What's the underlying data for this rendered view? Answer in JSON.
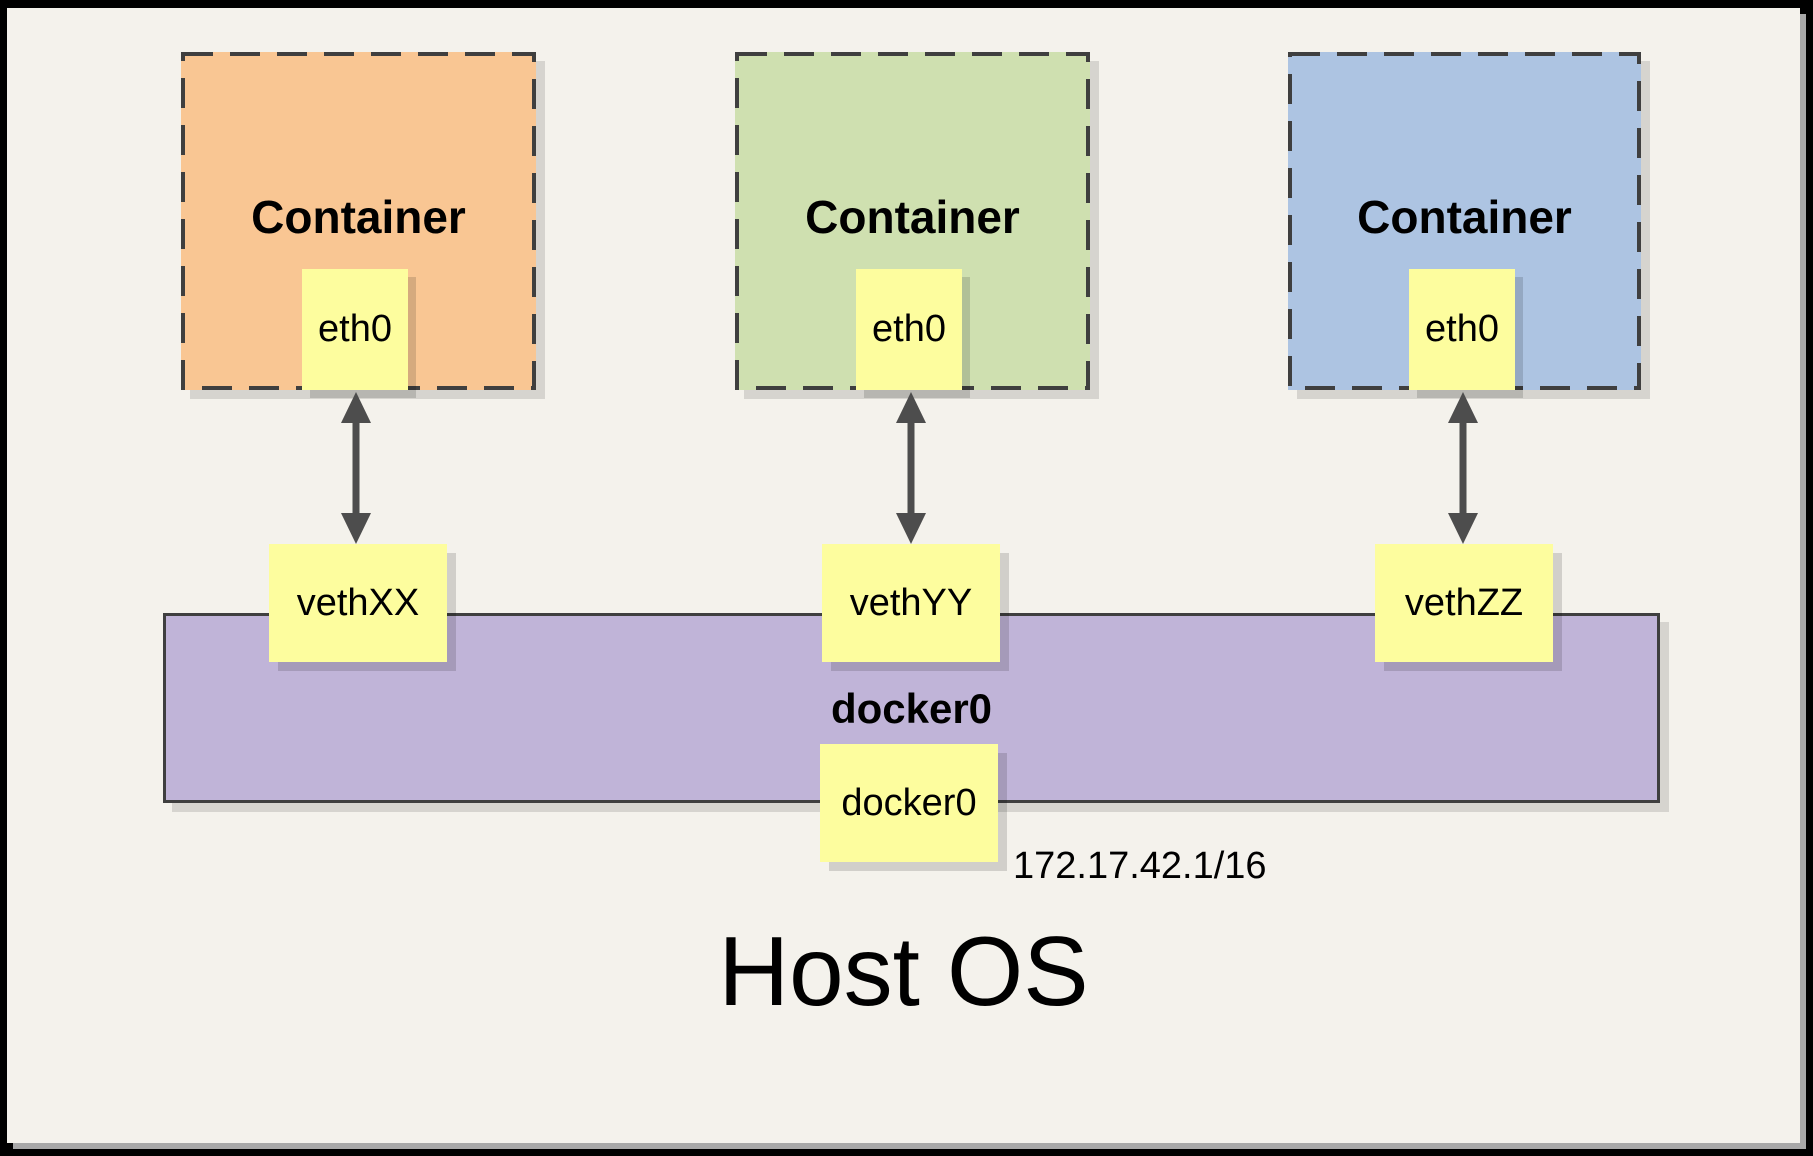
{
  "diagram": {
    "host": {
      "label": "Host OS"
    },
    "bridge": {
      "label": "docker0",
      "interface_label": "docker0",
      "ip": "172.17.42.1/16",
      "color": "#c0b4d8"
    },
    "containers": [
      {
        "label": "Container",
        "interface": "eth0",
        "veth": "vethXX",
        "color": "#f9c693"
      },
      {
        "label": "Container",
        "interface": "eth0",
        "veth": "vethYY",
        "color": "#cfe0b0"
      },
      {
        "label": "Container",
        "interface": "eth0",
        "veth": "vethZZ",
        "color": "#adc4e2"
      }
    ],
    "colors": {
      "note_yellow": "#fdfd9e",
      "dashed_border": "#3f3f3f",
      "arrow": "#4d4d4d",
      "page_background": "#f4f2ec",
      "frame": "#000000"
    }
  }
}
